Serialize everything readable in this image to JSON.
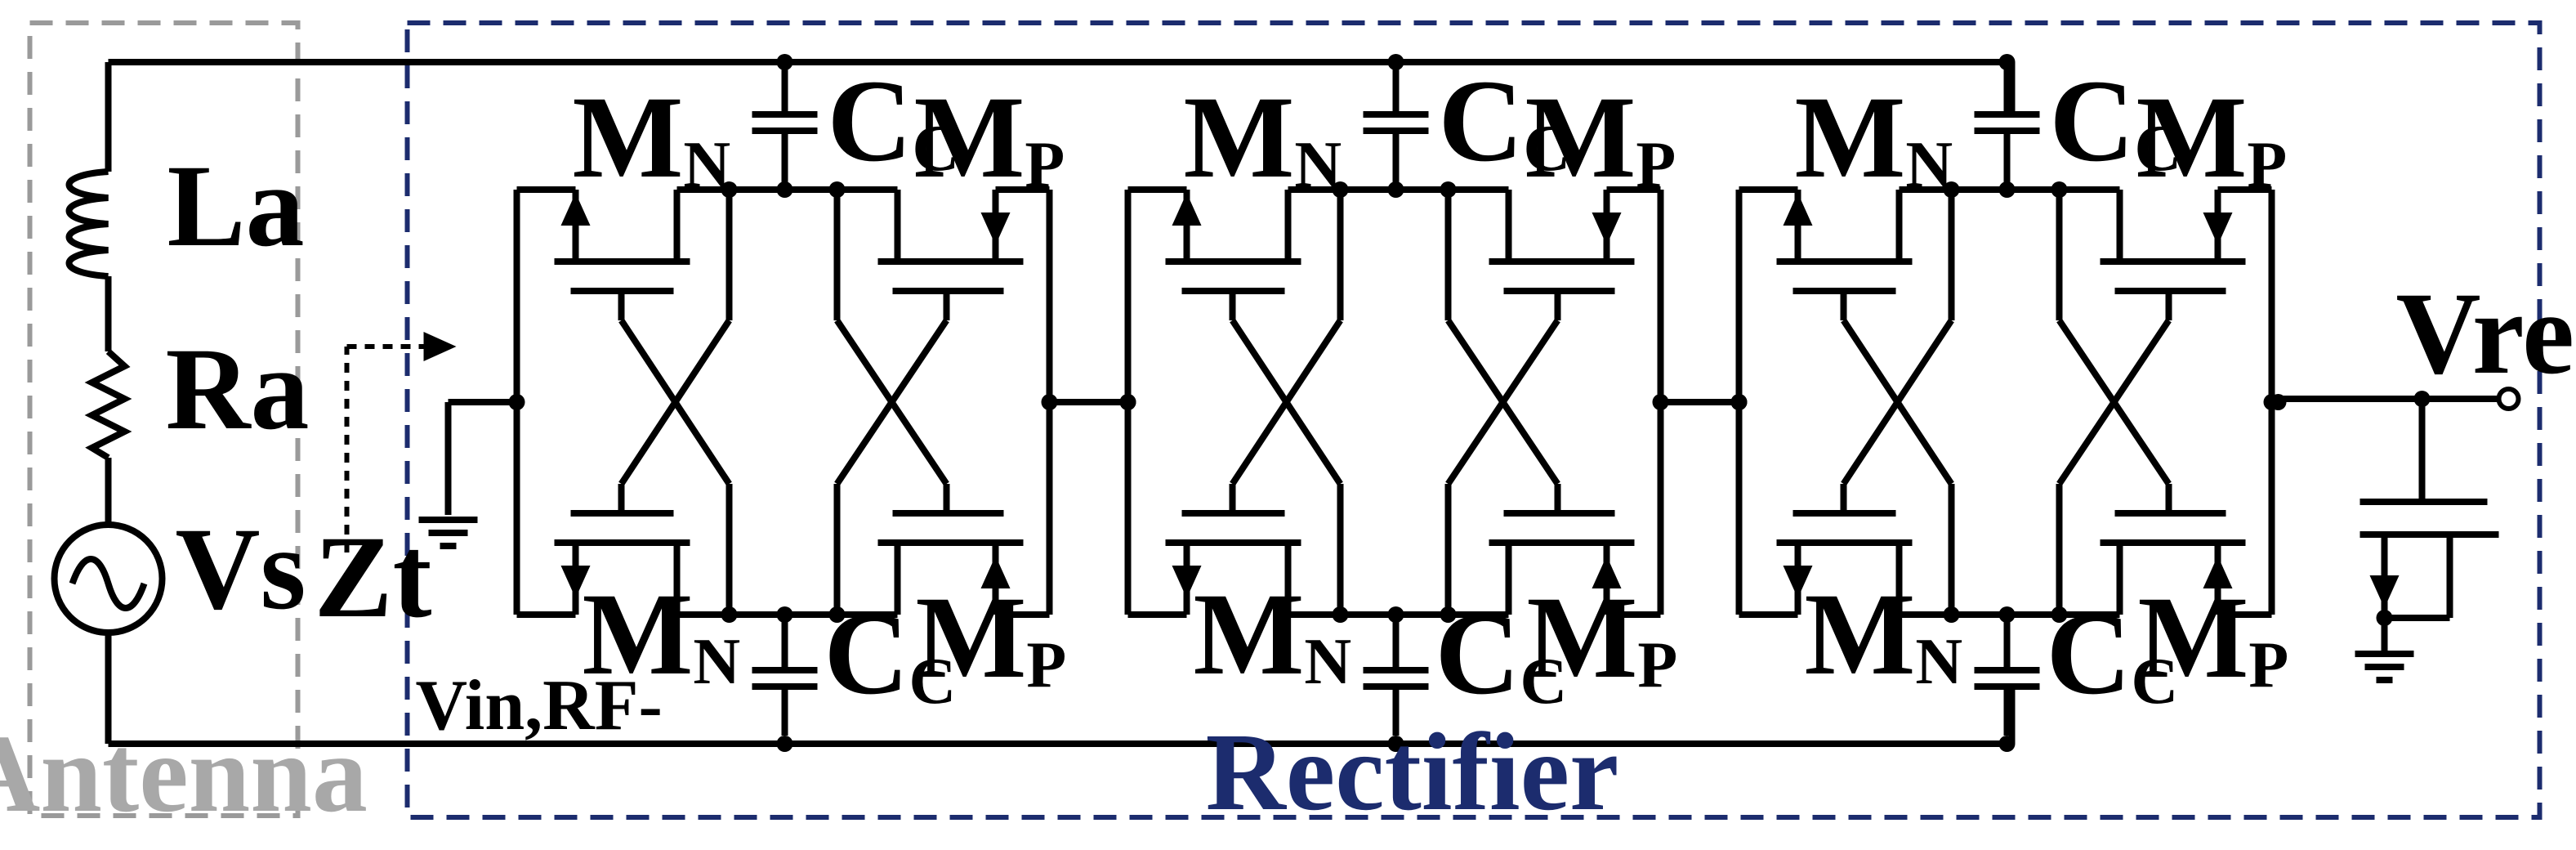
{
  "antenna": {
    "label": "Antenna",
    "box_color": "#9a9a9a",
    "inductor_label": "La",
    "resistor_label": "Ra",
    "source_label": "Vs"
  },
  "rectifier": {
    "label": "Rectifier",
    "box_color": "#1c2c6e",
    "impedance_label": "Zt",
    "input_label": "Vin,RF-",
    "output_label": "Vrect",
    "stage_count": 3,
    "capacitor_label": "CC",
    "nmos_label": "MN",
    "pmos_label": "MP"
  },
  "colors": {
    "wire": "#000000"
  }
}
